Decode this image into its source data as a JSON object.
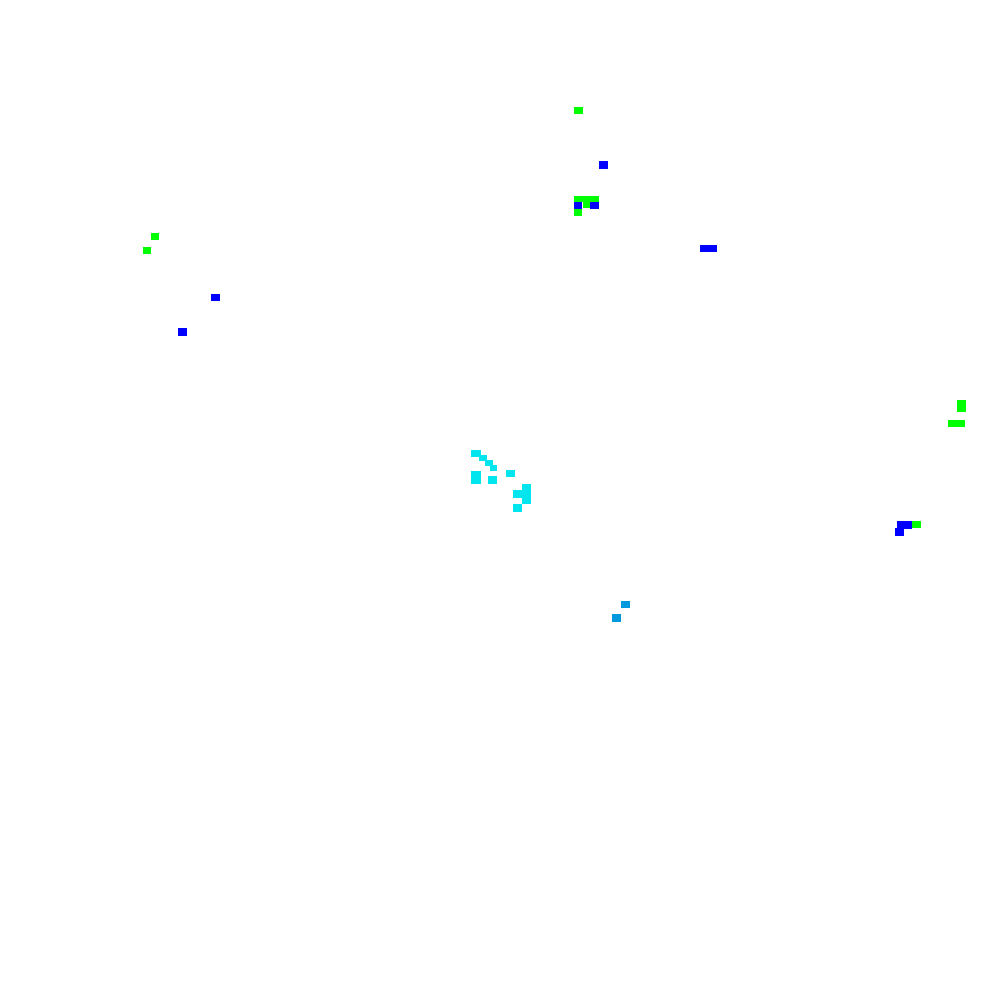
{
  "colors": {
    "background": "#ffffff",
    "green": "#00ff00",
    "blue": "#0000ff",
    "cyan": "#00e5ee",
    "sky": "#0099dd"
  },
  "clusters": [
    {
      "name": "cluster-top-green-single",
      "color": "green"
    },
    {
      "name": "cluster-top-blue-single",
      "color": "blue"
    },
    {
      "name": "cluster-top-mixed",
      "color": "mixed"
    },
    {
      "name": "cluster-top-right-blue-bar",
      "color": "blue"
    },
    {
      "name": "cluster-left-green-pair",
      "color": "green"
    },
    {
      "name": "cluster-left-blue-pair",
      "color": "blue"
    },
    {
      "name": "cluster-right-green",
      "color": "green"
    },
    {
      "name": "cluster-right-mixed",
      "color": "mixed"
    },
    {
      "name": "cluster-center-cyan",
      "color": "cyan"
    },
    {
      "name": "cluster-lower-sky-pair",
      "color": "sky"
    }
  ]
}
